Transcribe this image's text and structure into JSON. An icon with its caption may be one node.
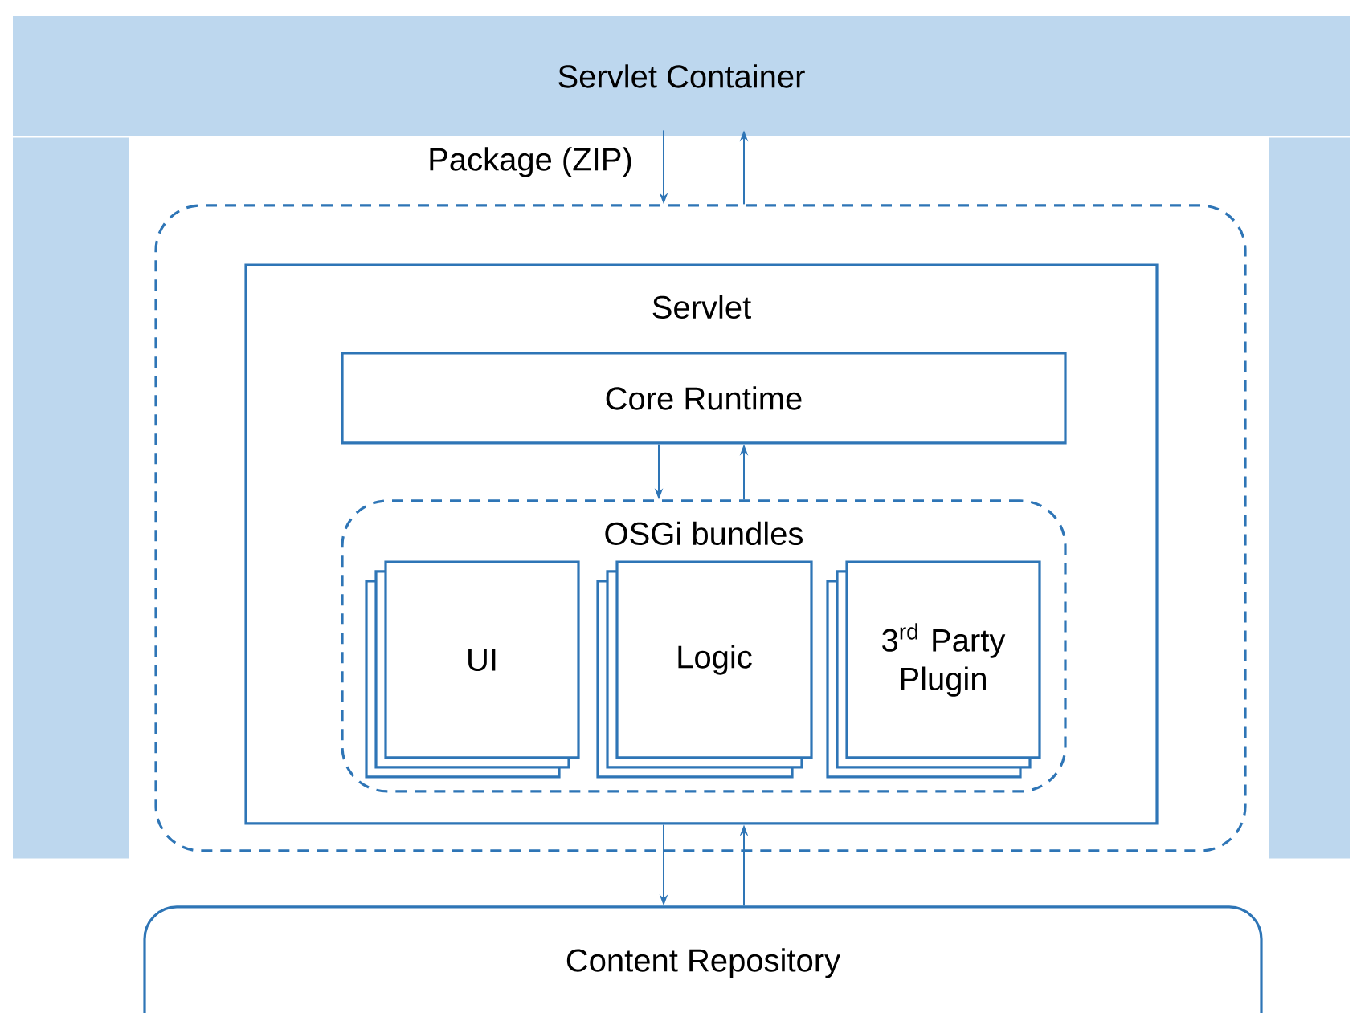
{
  "diagram": {
    "nodes": [
      {
        "text": [
          "Servlet Container"
        ]
      },
      {
        "text": [
          "Package (ZIP)"
        ]
      },
      {
        "text": [
          "Servlet"
        ],
        "in": 1
      },
      {
        "text": [
          "Core Runtime"
        ],
        "in": 2
      },
      {
        "text": [
          "OSGi bundles"
        ],
        "in": 2
      },
      {
        "text": [
          "UI"
        ],
        "in": 4
      },
      {
        "text": [
          "Logic"
        ],
        "in": 4
      },
      {
        "text": [
          "3$^{rd}$ Party Plugin"
        ],
        "in": 4
      },
      {
        "text": [
          "Content Repository"
        ]
      },
      {
        "text": [],
        "shape": "bar"
      },
      {
        "text": [],
        "shape": "bar"
      }
    ],
    "edges": [
      {
        "from": 0,
        "to": 1,
        "arrow": "to"
      },
      {
        "from": 1,
        "to": 0,
        "arrow": "to"
      },
      {
        "from": 3,
        "to": 4,
        "arrow": "to"
      },
      {
        "from": 4,
        "to": 3,
        "arrow": "to"
      },
      {
        "from": 2,
        "to": 8,
        "arrow": "to"
      },
      {
        "from": 8,
        "to": 2,
        "arrow": "to"
      }
    ]
  }
}
